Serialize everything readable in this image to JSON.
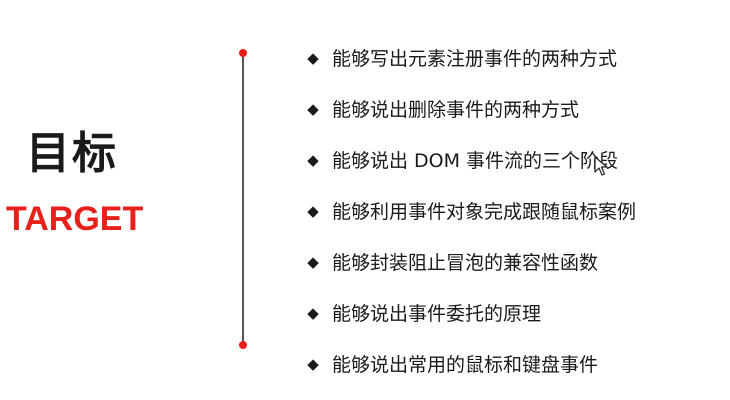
{
  "title": {
    "chinese": "目标",
    "english": "TARGET"
  },
  "bullet_symbol": "◆",
  "goals": [
    "能够写出元素注册事件的两种方式",
    "能够说出删除事件的两种方式",
    "能够说出 DOM 事件流的三个阶段",
    "能够利用事件对象完成跟随鼠标案例",
    "能够封装阻止冒泡的兼容性函数",
    "能够说出事件委托的原理",
    "能够说出常用的鼠标和键盘事件"
  ],
  "colors": {
    "accent": "#e8201a",
    "text": "#1a1a1a",
    "line": "#555555",
    "background": "#ffffff"
  },
  "icons": {
    "bullet": "diamond-bullet-icon",
    "cursor": "mouse-cursor-icon"
  }
}
